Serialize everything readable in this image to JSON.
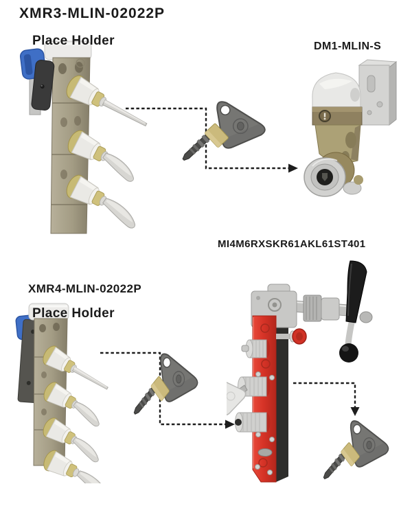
{
  "labels": {
    "xmr3_part": "XMR3-MLIN-02022P",
    "xmr3_note": "Place Holder",
    "dm1_part": "DM1-MLIN-S",
    "xmr4_part": "XMR4-MLIN-02022P",
    "xmr4_note": "Place Holder",
    "mi4m6_part": "MI4M6RXSKR61AKL61ST401"
  },
  "connections": [
    {
      "from": "XMR3-MLIN-02022P",
      "via": "trapped key",
      "to": "DM1-MLIN-S",
      "style": "dashed-arrow"
    },
    {
      "from": "XMR4-MLIN-02022P",
      "via": "trapped key",
      "to": "MI4M6RXSKR61AKL61ST401",
      "style": "dashed-arrow"
    },
    {
      "from": "MI4M6RXSKR61AKL61ST401",
      "to": "trapped key",
      "style": "dashed-arrow"
    }
  ],
  "colors": {
    "background": "#ffffff",
    "label_text": "#1a1a1a",
    "arrow": "#1d1d1d",
    "key_head_gray": "#6f6f6d",
    "key_collar_tan": "#cbba7c",
    "key_blade_dark": "#4b4b49",
    "device_body_tan": "#a59e86",
    "lock_band_yellow": "#c7ba74",
    "lock_cylinder_white": "#eae9e5",
    "interlock_red": "#d63327",
    "interlock_side_black": "#2d2d2b",
    "metal_silver": "#c8c8c6",
    "bronze_band": "#8f8160",
    "accent_blue": "#3f6fc6",
    "white_key": "#e6e6e4"
  }
}
